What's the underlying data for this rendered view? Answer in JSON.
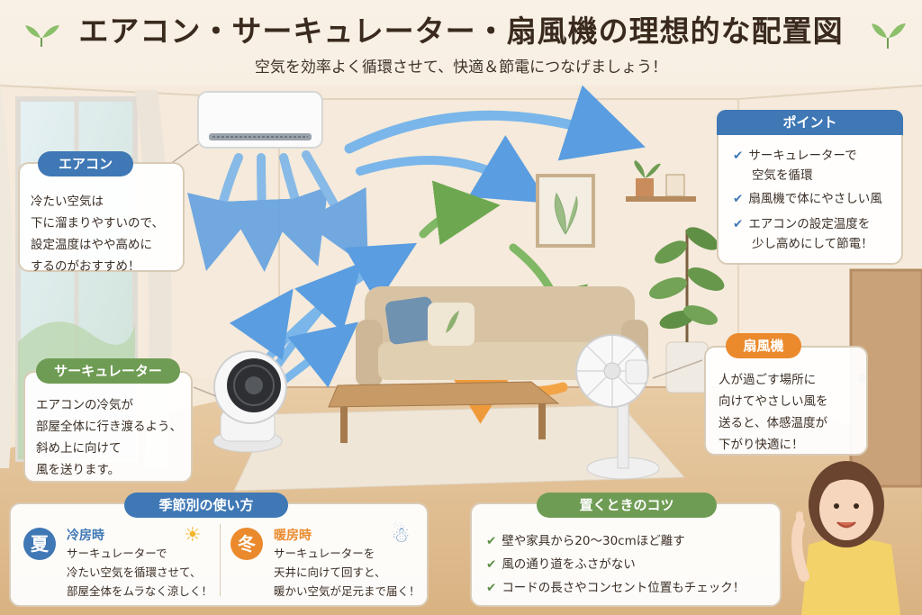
{
  "title": "エアコン・サーキュレーター・扇風機の理想的な配置図",
  "subtitle": "空気を効率よく循環させて、快適＆節電につなげましょう！",
  "aircon": {
    "label": "エアコン",
    "lines": [
      "冷たい空気は",
      "下に溜まりやすいので、",
      "設定温度はやや高めに",
      "するのがおすすめ！"
    ]
  },
  "circulator": {
    "label": "サーキュレーター",
    "lines": [
      "エアコンの冷気が",
      "部屋全体に行き渡るよう、",
      "斜め上に向けて",
      "風を送ります。"
    ]
  },
  "fan": {
    "label": "扇風機",
    "lines": [
      "人が過ごす場所に",
      "向けてやさしい風を",
      "送ると、体感温度が",
      "下がり快適に！"
    ]
  },
  "points": {
    "label": "ポイント",
    "items": [
      [
        "サーキュレーターで",
        "空気を循環"
      ],
      [
        "扇風機で体にやさしい風"
      ],
      [
        "エアコンの設定温度を",
        "少し高めにして節電！"
      ]
    ]
  },
  "seasons": {
    "label": "季節別の使い方",
    "summer": {
      "badge": "夏",
      "title": "冷房時",
      "lines": [
        "サーキュレーターで",
        "冷たい空気を循環させて、",
        "部屋全体をムラなく涼しく！"
      ]
    },
    "winter": {
      "badge": "冬",
      "title": "暖房時",
      "lines": [
        "サーキュレーターを",
        "天井に向けて回すと、",
        "暖かい空気が足元まで届く！"
      ]
    }
  },
  "tips": {
    "label": "置くときのコツ",
    "items": [
      "壁や家具から20～30cmほど離す",
      "風の通り道をふさがない",
      "コードの長さやコンセント位置もチェック！"
    ]
  },
  "colors": {
    "blue": "#3f78b5",
    "green": "#6f9c54",
    "orange": "#ea8a2d",
    "background": "#f7efe4"
  }
}
